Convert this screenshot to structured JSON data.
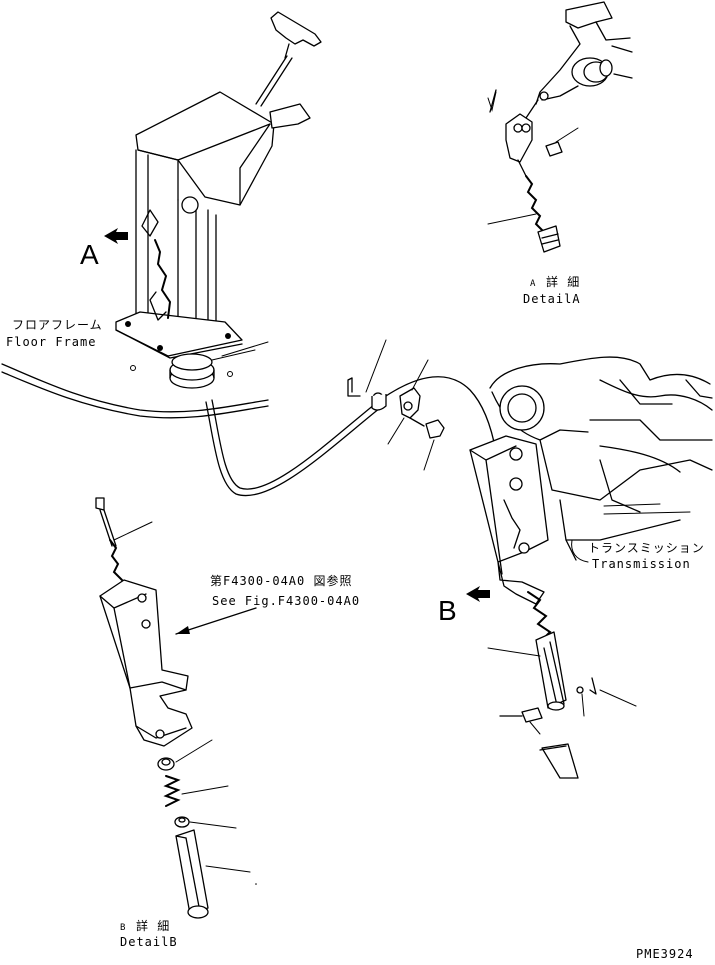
{
  "labels": {
    "view_a_marker": "A",
    "view_b_marker": "B",
    "floor_frame_jp": "フロアフレーム",
    "floor_frame_en": "Floor Frame",
    "detail_a_jp_letter": "A",
    "detail_a_jp": "詳 細",
    "detail_a_en": "DetailA",
    "detail_b_jp_letter": "B",
    "detail_b_jp": "詳 細",
    "detail_b_en": "DetailB",
    "see_fig_jp": "第F4300-04A0 図参照",
    "see_fig_en": "See Fig.F4300-04A0",
    "transmission_jp": "トランスミッション",
    "transmission_en": "Transmission",
    "drawing_code": "PME3924"
  }
}
